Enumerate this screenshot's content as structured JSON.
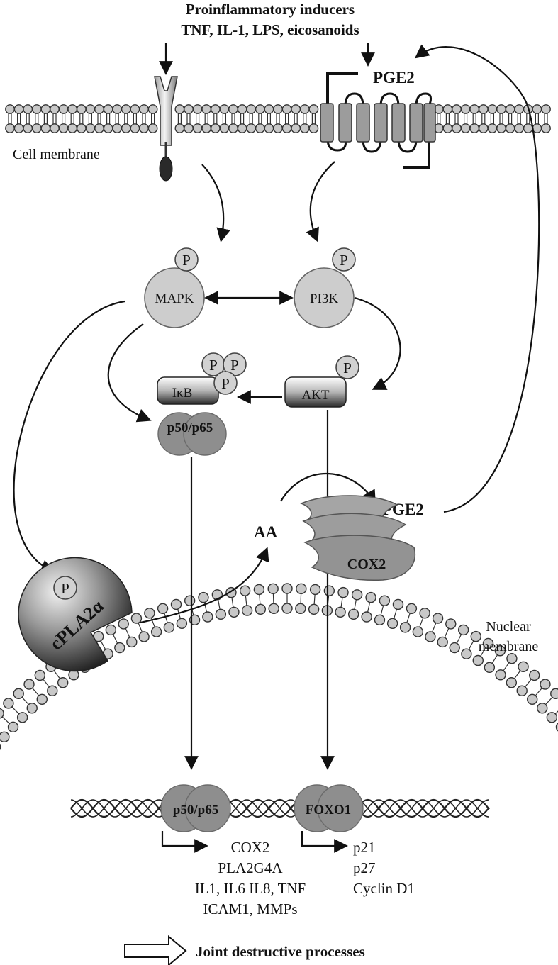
{
  "inducers": {
    "line1": "Proinflammatory inducers",
    "line2": "TNF, IL-1, LPS, eicosanoids"
  },
  "membranes": {
    "cell": "Cell membrane",
    "nuclear_line1": "Nuclear",
    "nuclear_line2": "membrane"
  },
  "molecules": {
    "pge2_receptor": "PGE2",
    "pge2_product": "PGE2",
    "aa": "AA",
    "cox2": "COX2",
    "cpla2": "cPLA2α"
  },
  "kinases": {
    "mapk": "MAPK",
    "pi3k": "PI3K",
    "akt": "AKT",
    "ikb": "IκB",
    "phospho": "P"
  },
  "transcription_factors": {
    "nfkb_cytoplasm": "p50/p65",
    "nfkb_nucleus": "p50/p65",
    "foxo1": "FOXO1"
  },
  "target_genes": {
    "nfkb": [
      "COX2",
      "PLA2G4A",
      "IL1, IL6 IL8, TNF",
      "ICAM1, MMPs"
    ],
    "foxo1": [
      "p21",
      "p27",
      "Cyclin D1"
    ]
  },
  "legend": {
    "outcome": "Joint destructive processes"
  },
  "colors": {
    "lipid_head": "#c8c8c8",
    "protein_gray": "#8e8e8e",
    "kinase_light": "#cdcdcd",
    "line": "#111111"
  }
}
